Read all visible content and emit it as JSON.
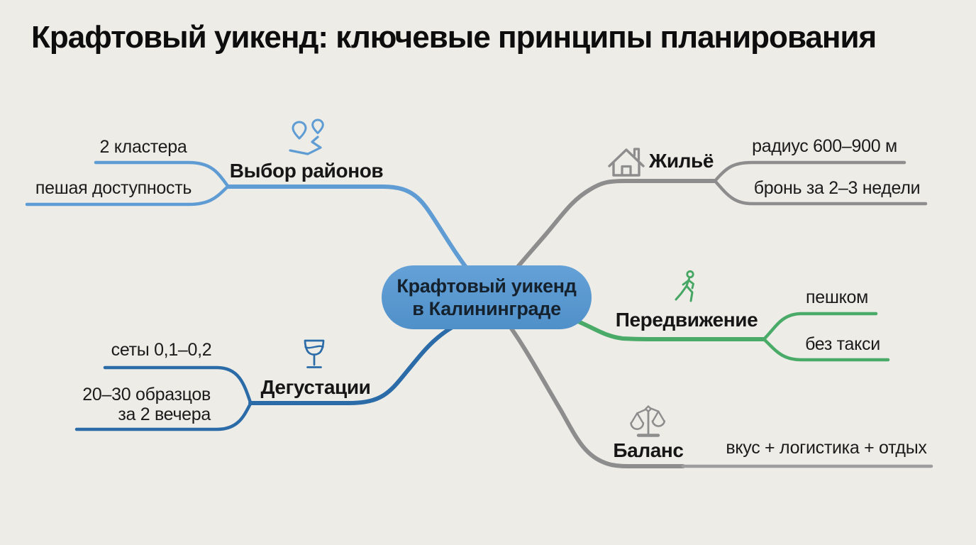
{
  "title": "Крафтовый уикенд: ключевые принципы планирования",
  "center_node": {
    "line1": "Крафтовый уикенд",
    "line2": "в Калининграде",
    "fill": "#5b9ace",
    "text_color": "#15222e"
  },
  "background_color": "#edece7",
  "branches": [
    {
      "id": "districts",
      "label": "Выбор районов",
      "icon": "route-pins-icon",
      "color": "#5f9cd4",
      "leaves": [
        {
          "text": "2 кластера"
        },
        {
          "text": "пешая доступность"
        }
      ]
    },
    {
      "id": "lodging",
      "label": "Жильё",
      "icon": "house-icon",
      "color": "#8d8d8d",
      "leaves": [
        {
          "text": "радиус 600–900 м"
        },
        {
          "text": "бронь за 2–3 недели"
        }
      ]
    },
    {
      "id": "movement",
      "label": "Передвижение",
      "icon": "walking-person-icon",
      "color": "#4aab69",
      "leaves": [
        {
          "text": "пешком"
        },
        {
          "text": "без такси"
        }
      ]
    },
    {
      "id": "tastings",
      "label": "Дегустации",
      "icon": "wine-glass-icon",
      "color": "#2a6ba8",
      "leaves": [
        {
          "text": "сеты 0,1–0,2"
        },
        {
          "line1": "20–30 образцов",
          "line2": "за 2 вечера"
        }
      ]
    },
    {
      "id": "balance",
      "label": "Баланс",
      "icon": "scales-icon",
      "color": "#8d8d8d",
      "leaf_line_color": "#9d9d9d",
      "leaves": [
        {
          "text": "вкус + логистика + отдых"
        }
      ]
    }
  ]
}
